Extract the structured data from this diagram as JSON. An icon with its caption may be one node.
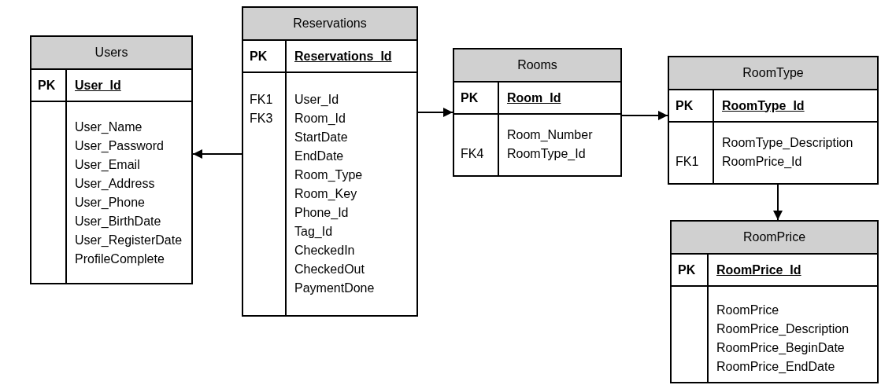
{
  "diagram": {
    "nodes": [
      {
        "text": [
          "Users",
          "PK",
          "User_Id",
          "User_Name",
          "User_Password",
          "User_Email",
          "User_Address",
          "User_Phone",
          "User_BirthDate",
          "User_RegisterDate",
          "ProfileComplete"
        ]
      },
      {
        "text": [
          "Reservations",
          "PK",
          "Reservations_Id",
          "FK1",
          "FK3",
          "User_Id",
          "Room_Id",
          "StartDate",
          "EndDate",
          "Room_Type",
          "Room_Key",
          "Phone_Id",
          "Tag_Id",
          "CheckedIn",
          "CheckedOut",
          "PaymentDone"
        ]
      },
      {
        "text": [
          "Rooms",
          "PK",
          "Room_Id",
          "FK4",
          "Room_Number",
          "RoomType_Id"
        ]
      },
      {
        "text": [
          "RoomType",
          "PK",
          "RoomType_Id",
          "FK1",
          "RoomType_Description",
          "RoomPrice_Id"
        ]
      },
      {
        "text": [
          "RoomPrice",
          "PK",
          "RoomPrice_Id",
          "RoomPrice",
          "RoomPrice_Description",
          "RoomPrice_BeginDate",
          "RoomPrice_EndDate"
        ]
      }
    ],
    "edges": [
      {
        "from": 1,
        "to": 0,
        "arrow": "to"
      },
      {
        "from": 1,
        "to": 2,
        "arrow": "to"
      },
      {
        "from": 2,
        "to": 3,
        "arrow": "to"
      },
      {
        "from": 3,
        "to": 4,
        "arrow": "to"
      }
    ]
  }
}
